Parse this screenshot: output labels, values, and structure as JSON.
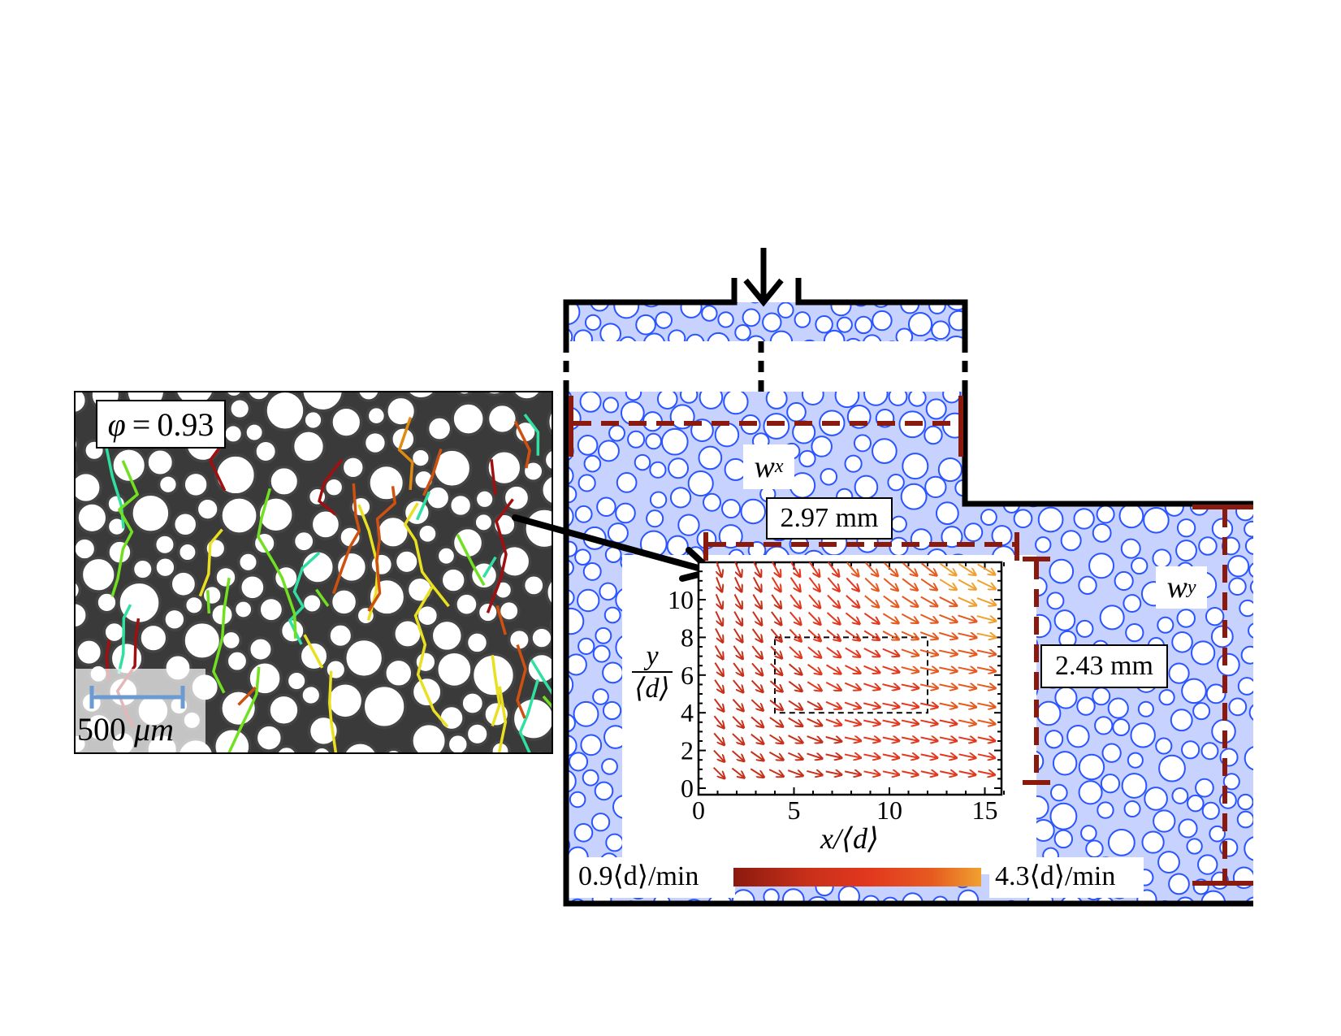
{
  "left_panel": {
    "description": "Micrograph of packed bubbles with colored trajectories",
    "phi_label": {
      "symbol": "φ",
      "equals": "=",
      "value": "0.93"
    },
    "scale_bar": {
      "value": "500",
      "unit": "μm",
      "color": "#6b9bd1"
    },
    "trajectory_colors": [
      "#a01010",
      "#d05010",
      "#e08a10",
      "#e8e020",
      "#70e020",
      "#30e0a0"
    ]
  },
  "channel": {
    "droplet_color": "#2a55ff",
    "wall_color": "#000000",
    "inlet_arrow": "down-arrow",
    "wx_label": {
      "base": "w",
      "sub": "x"
    },
    "wy_label": {
      "base": "w",
      "sub": "y"
    },
    "dim_x": "2.97 mm",
    "dim_y": "2.43 mm",
    "dim_color": "#8b1a0e"
  },
  "chart_data": {
    "type": "quiver",
    "title": "",
    "xlabel": "x/⟨d⟩",
    "ylabel": "y/⟨d⟩",
    "xlim": [
      0,
      16
    ],
    "ylim": [
      0,
      11.7
    ],
    "xticks": [
      "0",
      "5",
      "10",
      "15"
    ],
    "yticks": [
      "0",
      "2",
      "4",
      "6",
      "8",
      "10"
    ],
    "grid": false,
    "x": [
      1,
      2,
      3,
      4,
      5,
      6,
      7,
      8,
      9,
      10,
      11,
      12,
      13,
      14,
      15
    ],
    "y": [
      0.8,
      1.7,
      2.6,
      3.5,
      4.4,
      5.4,
      6.3,
      7.2,
      8.1,
      9.0,
      9.9,
      10.8,
      11.6
    ],
    "field_description": "Arrows point steeply downward near left/top-left and turn to nearly horizontal rightward toward the right/bottom; magnitude increases toward upper right (orange).",
    "highlight_box": {
      "x0": 4,
      "x1": 12,
      "y0": 4,
      "y1": 8,
      "style": "dashed"
    },
    "colorbar": {
      "min_label": "0.9⟨d⟩/min",
      "max_label": "4.3⟨d⟩/min",
      "min": 0.9,
      "max": 4.3,
      "colors": [
        "#8b1a0e",
        "#c8301a",
        "#e2381e",
        "#e65a20",
        "#f0a030"
      ]
    }
  },
  "labels": {
    "xaxis_label": "x/⟨d⟩",
    "yaxis_num": "y",
    "yaxis_den": "⟨d⟩",
    "colorbar_min": "0.9⟨d⟩/min",
    "colorbar_max": "4.3⟨d⟩/min"
  }
}
